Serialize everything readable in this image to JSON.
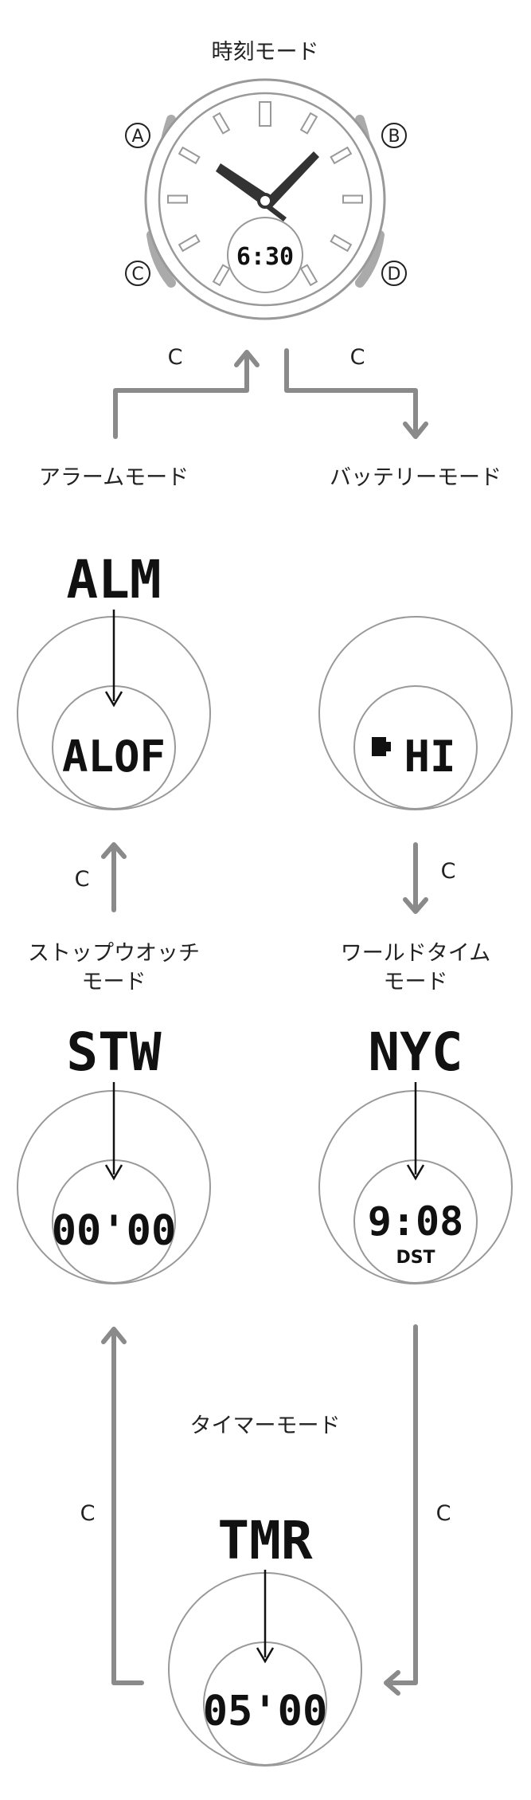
{
  "colors": {
    "ring": "#999999",
    "flow": "#8a8a8a",
    "ink": "#111111"
  },
  "icons": {
    "battery": "battery-icon"
  },
  "timekeeping": {
    "label": "時刻モード",
    "display": "6:30",
    "buttons": {
      "a": "A",
      "b": "B",
      "c": "C",
      "d": "D"
    }
  },
  "alarm": {
    "label": "アラームモード",
    "code": "ALM",
    "display": "ALOF"
  },
  "battery": {
    "label": "バッテリーモード",
    "display": "HI"
  },
  "stopwatch": {
    "label_line1": "ストップウオッチ",
    "label_line2": "モード",
    "code": "STW",
    "display": "00'00"
  },
  "world_time": {
    "label_line1": "ワールドタイム",
    "label_line2": "モード",
    "code": "NYC",
    "display": "9:08",
    "dst": "DST"
  },
  "timer": {
    "label": "タイマーモード",
    "code": "TMR",
    "display": "05'00"
  },
  "arrows": {
    "time_to_battery": "C",
    "alarm_to_time": "C",
    "battery_to_world": "C",
    "stopwatch_to_alarm": "C",
    "world_to_timer": "C",
    "timer_to_stopwatch": "C"
  }
}
